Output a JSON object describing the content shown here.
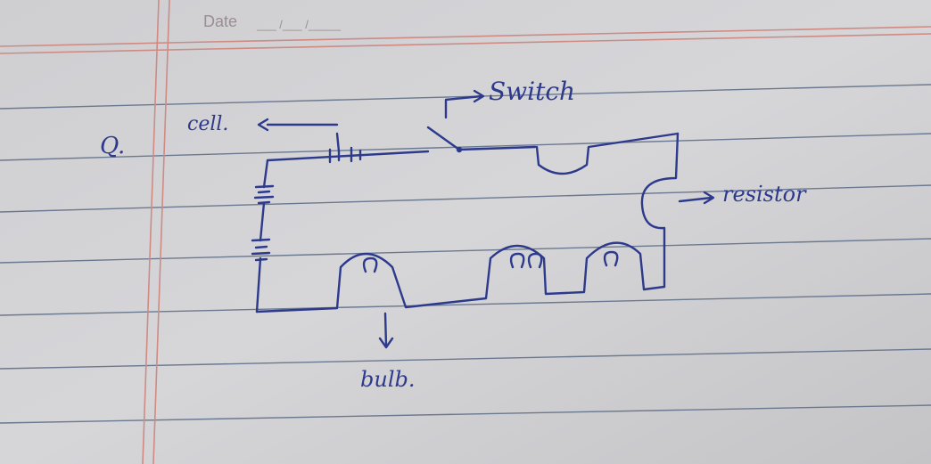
{
  "header": {
    "date_label": "Date",
    "date_blanks": "___ /___ /_____"
  },
  "question": {
    "label": "Q."
  },
  "circuit": {
    "labels": {
      "cell": "cell.",
      "switch": "Switch",
      "resistor": "resistor",
      "bulb": "bulb."
    }
  },
  "colors": {
    "paper": "#d3d3d6",
    "ruling": "#5f6f8c",
    "margin": "#d08a84",
    "ink": "#2d3a8c"
  }
}
